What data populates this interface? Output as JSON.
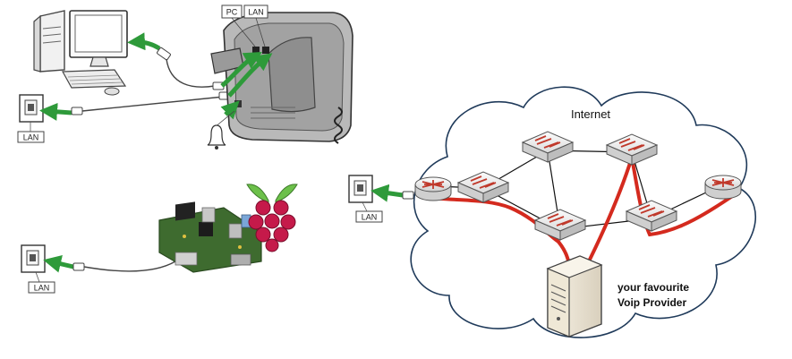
{
  "labels": {
    "pc_port": "PC",
    "lan_port": "LAN",
    "wall_jack_top": "LAN",
    "wall_jack_middle": "LAN",
    "wall_jack_bottom": "LAN",
    "cloud": "Internet",
    "provider_line1": "your favourite",
    "provider_line2": "Voip Provider"
  },
  "colors": {
    "arrow_green": "#2e9a3a",
    "link_red": "#d42a1e",
    "router_red": "#c0392b",
    "device_gray": "#8c8c8c",
    "raspberry_red": "#c51a4a",
    "leaf_green": "#6cc04a",
    "board_green": "#3e6b2f"
  },
  "icons": [
    "computer-icon",
    "voip-phone-icon",
    "wall-jack-icon",
    "bell-icon",
    "raspberry-pi-board-icon",
    "raspberry-logo-icon",
    "router-icon",
    "switch-icon",
    "server-icon",
    "internet-cloud-icon"
  ]
}
